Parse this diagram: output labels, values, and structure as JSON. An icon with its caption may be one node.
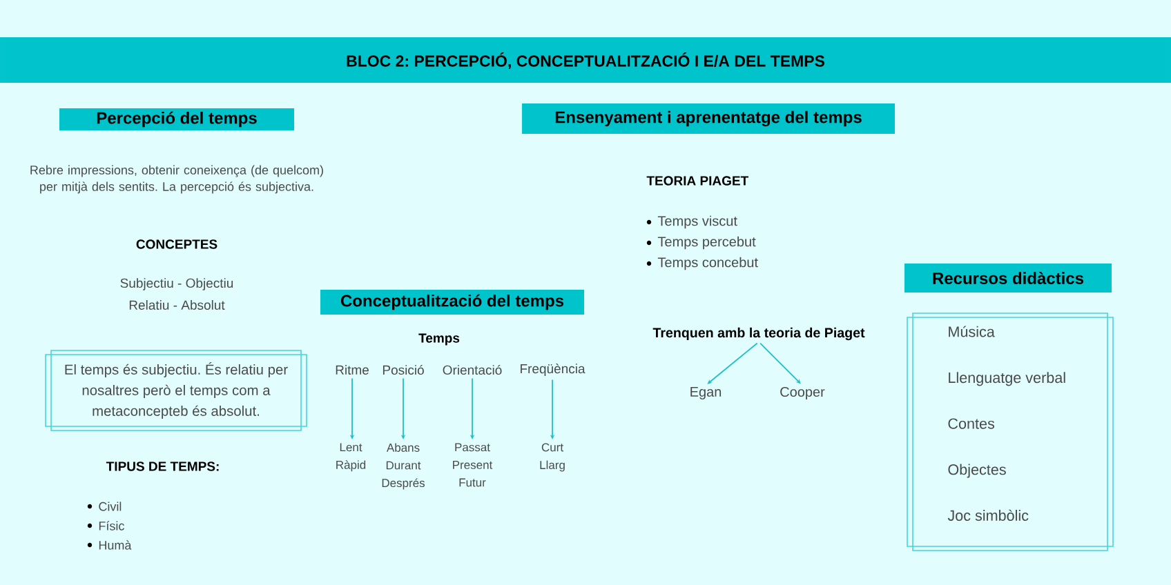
{
  "diagram": {
    "title": "BLOC 2: PERCEPCIÓ, CONCEPTUALITZACIÓ I E/A DEL TEMPS",
    "nodes": [
      {
        "text": [
          "Percepció del temps"
        ]
      },
      {
        "text": [
          "Ensenyament i aprenentatge del temps"
        ]
      },
      {
        "text": [
          "Recursos didàctics"
        ]
      },
      {
        "text": [
          "Conceptualització del temps"
        ]
      },
      {
        "text": [
          "El temps és subjectiu. És relatiu per nosaltres però el temps com a metaconcepteb és absolut."
        ]
      },
      {
        "text": [
          "Trenquen amb la teoria de Piaget"
        ]
      },
      {
        "text": [
          "Ritme"
        ]
      },
      {
        "text": [
          "Posició"
        ]
      },
      {
        "text": [
          "Orientació"
        ]
      },
      {
        "text": [
          "Freqüència"
        ]
      },
      {
        "text": [
          "Egan"
        ]
      },
      {
        "text": [
          "Cooper"
        ]
      },
      {
        "text": [
          "Música",
          "Llenguatge verbal",
          "Contes",
          "Objectes",
          "Joc simbòlic"
        ]
      },
      {
        "text": [
          "Lent",
          "Ràpid"
        ]
      },
      {
        "text": [
          "Abans",
          "Durant",
          "Després"
        ]
      },
      {
        "text": [
          "Passat",
          "Present",
          "Futur"
        ]
      },
      {
        "text": [
          "Curt",
          "Llarg"
        ]
      }
    ],
    "edges": [
      {
        "from": 6,
        "to": 13,
        "arrow": "to"
      },
      {
        "from": 7,
        "to": 14,
        "arrow": "to"
      },
      {
        "from": 8,
        "to": 15,
        "arrow": "to"
      },
      {
        "from": 9,
        "to": 16,
        "arrow": "to"
      },
      {
        "from": 5,
        "to": 10,
        "arrow": "to"
      },
      {
        "from": 5,
        "to": 11,
        "arrow": "to"
      }
    ],
    "labels": [
      "Rebre impressions, obtenir coneixença (de quelcom) per mitjà dels sentits. La percepció és subjectiva.",
      "CONCEPTES",
      "Subjectiu - Objectiu",
      "Relatiu - Absolut",
      "TIPUS DE TEMPS:",
      "Civil",
      "Físic",
      "Humà",
      "Temps",
      "TEORIA PIAGET",
      "Temps viscut",
      "Temps percebut",
      "Temps concebut"
    ]
  }
}
